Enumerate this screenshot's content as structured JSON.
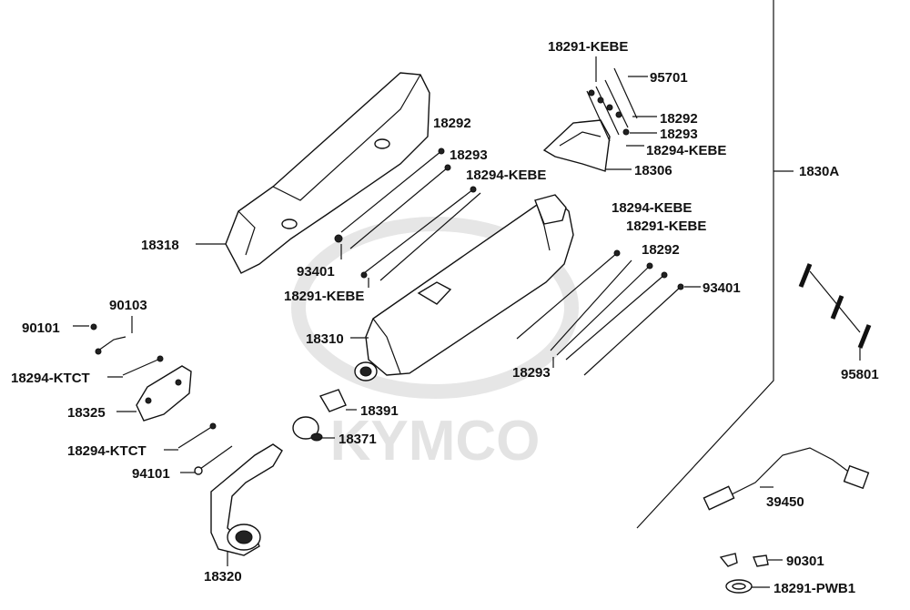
{
  "watermark": {
    "text": "KYMCO"
  },
  "labels": {
    "p18291_kebe_top": "18291-KEBE",
    "p95701": "95701",
    "p18292_top": "18292",
    "p18293_top": "18293",
    "p18294_kebe_top": "18294-KEBE",
    "p18306": "18306",
    "p1830A": "1830A",
    "p18292_mid": "18292",
    "p18293_mid": "18293",
    "p18294_kebe_mid": "18294-KEBE",
    "p18318": "18318",
    "p93401_left": "93401",
    "p18291_kebe_left": "18291-KEBE",
    "p18294_kebe_right": "18294-KEBE",
    "p18291_kebe_right": "18291-KEBE",
    "p18292_right": "18292",
    "p93401_right": "93401",
    "p18293_right": "18293",
    "p90103": "90103",
    "p90101": "90101",
    "p18294_ktct_top": "18294-KTCT",
    "p18325": "18325",
    "p18310": "18310",
    "p18391": "18391",
    "p18371": "18371",
    "p18294_ktct_bottom": "18294-KTCT",
    "p94101": "94101",
    "p18320": "18320",
    "p95801": "95801",
    "p39450": "39450",
    "p90301": "90301",
    "p18291_pwb1": "18291-PWB1"
  }
}
